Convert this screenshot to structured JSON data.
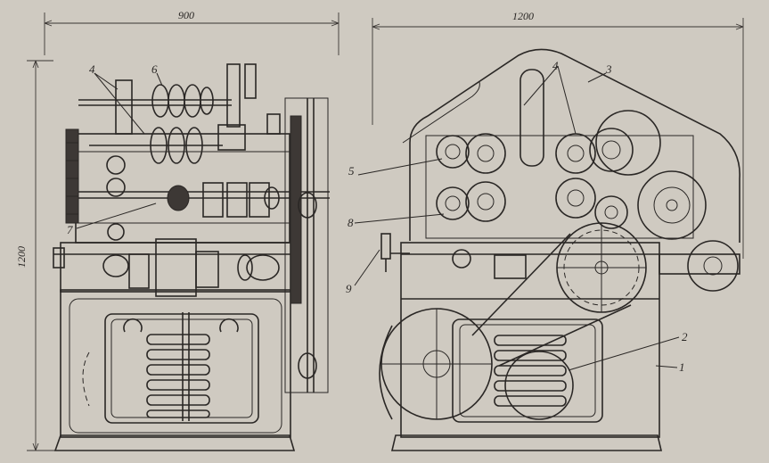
{
  "dimensions": {
    "left_width": "900",
    "left_height": "1200",
    "right_width": "1200"
  },
  "callouts": {
    "n1": "1",
    "n2": "2",
    "n3": "3",
    "n4_left": "4",
    "n4_right": "4",
    "n5": "5",
    "n6": "6",
    "n7": "7",
    "n8": "8",
    "n9": "9"
  },
  "colors": {
    "paper": "#cfcac1",
    "ink": "#2a2725"
  }
}
